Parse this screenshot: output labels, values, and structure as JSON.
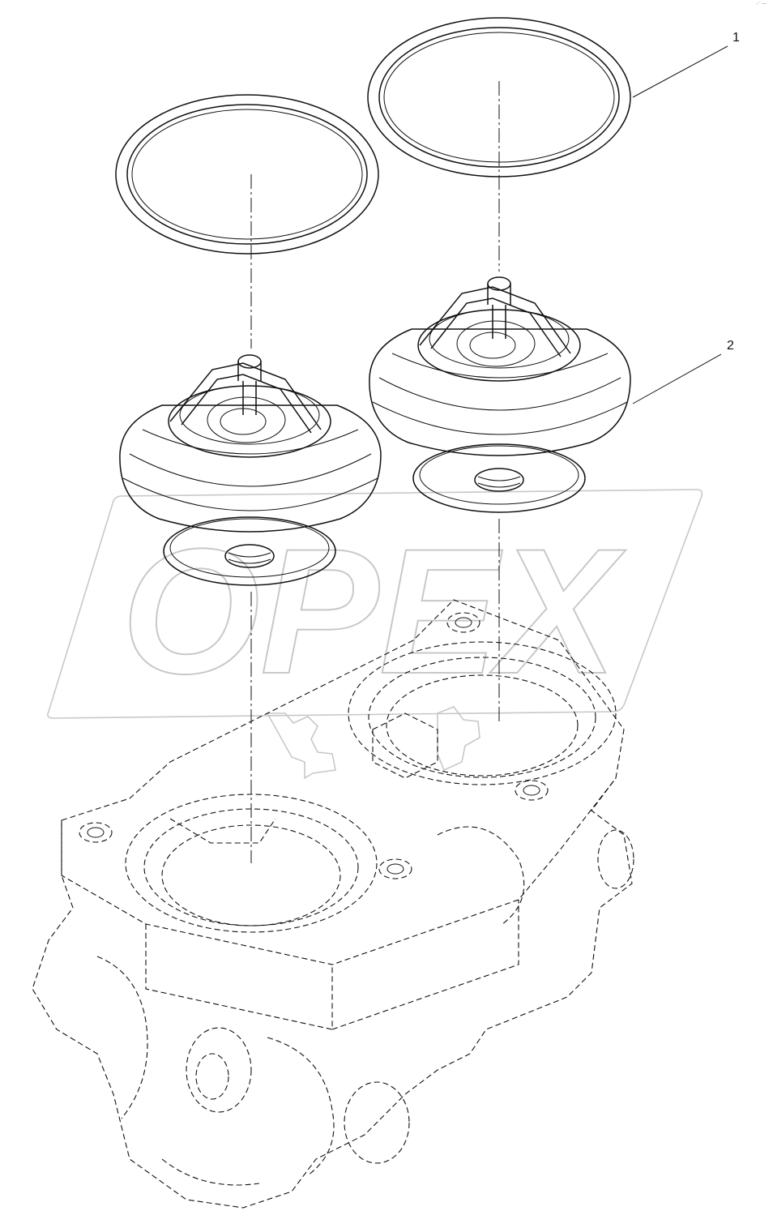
{
  "diagram": {
    "callouts": [
      {
        "id": "1",
        "label": "1"
      },
      {
        "id": "2",
        "label": "2"
      }
    ],
    "corner_mark": "·˙ ···",
    "watermark_text": "OPEX",
    "colors": {
      "line": "#111111",
      "watermark": "#c8c8c8",
      "background": "#ffffff"
    }
  }
}
